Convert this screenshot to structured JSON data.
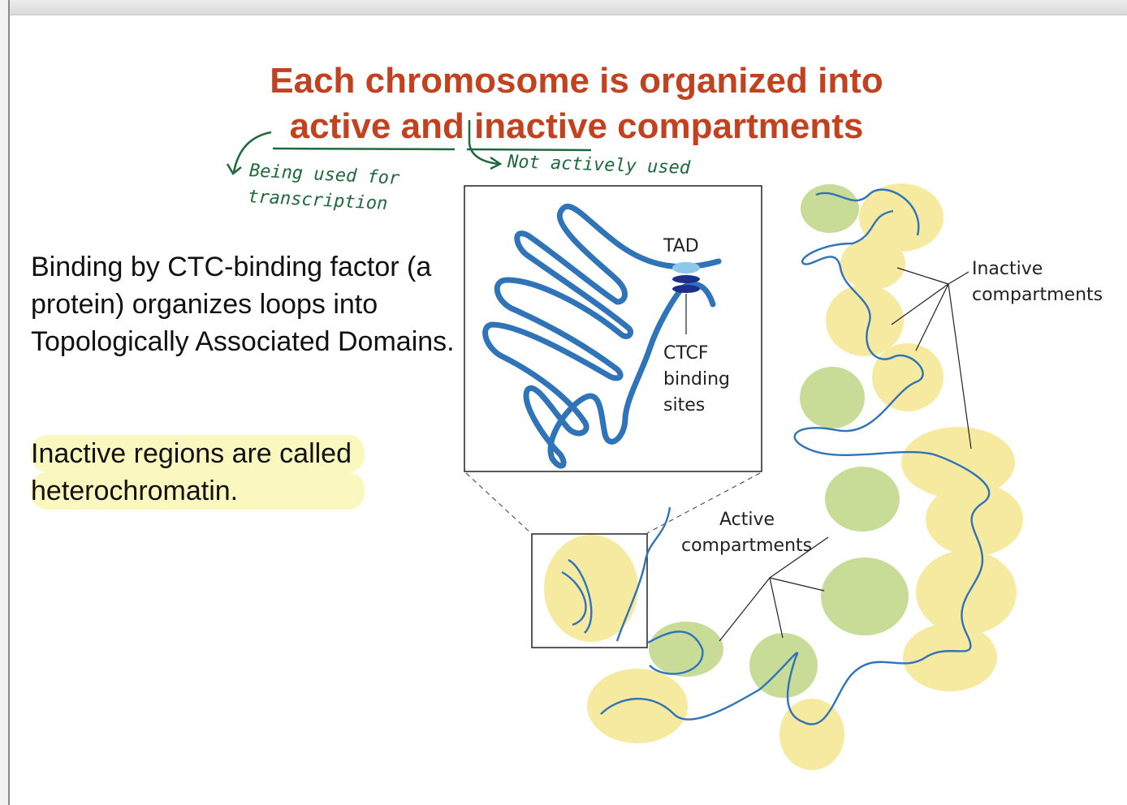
{
  "title": {
    "line1": "Each chromosome is organized into",
    "line2": "active and inactive compartments"
  },
  "annotations": {
    "active_note_line1": "Being used for",
    "active_note_line2": "transcription",
    "inactive_note": "Not actively used"
  },
  "body": {
    "paragraph": "Binding by CTC-binding factor (a protein) organizes loops into Topologically Associated Domains.",
    "highlight_line1": "Inactive regions are called",
    "highlight_line2": "heterochromatin."
  },
  "figure": {
    "tad_label": "TAD",
    "ctcf_line1": "CTCF",
    "ctcf_line2": "binding",
    "ctcf_line3": "sites",
    "inactive_line1": "Inactive",
    "inactive_line2": "compartments",
    "active_line1": "Active",
    "active_line2": "compartments"
  },
  "colors": {
    "title": "#c2411f",
    "ink": "#1e6a3c",
    "chromatin": "#2f74b8",
    "inactive_blob": "#f6e9a0",
    "active_blob": "#c8dc97",
    "highlight": "#fbf8bf"
  }
}
